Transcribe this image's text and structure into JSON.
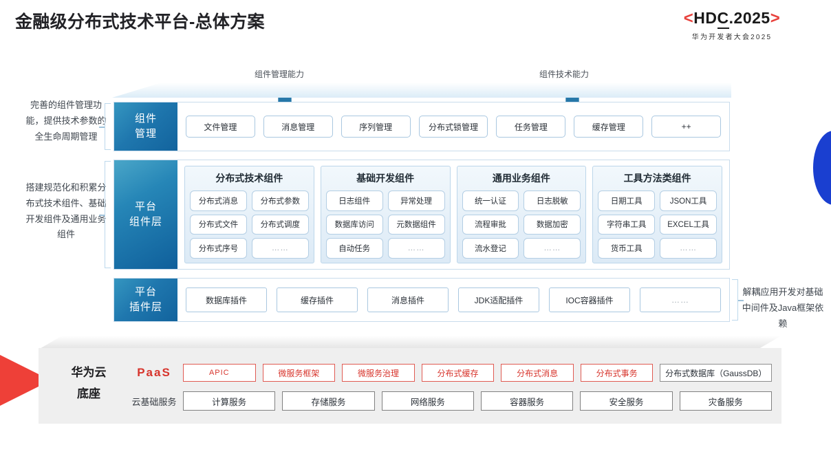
{
  "header": {
    "title": "金融级分布式技术平台-总体方案",
    "logo": {
      "left_bracket": "<",
      "main": "HDC.2025",
      "main_pre": "HD",
      "main_underlined": "C",
      "main_post": ".2025",
      "right_bracket": ">",
      "subtitle": "华为开发者大会2025"
    }
  },
  "capabilities": [
    {
      "label": "组件管理能力"
    },
    {
      "label": "组件技术能力"
    }
  ],
  "side_notes": {
    "left_top": "完善的组件管理功能，提供技术参数的全生命周期管理",
    "left_bottom": "搭建规范化和积累分布式技术组件、基础开发组件及通用业务组件",
    "right": "解耦应用开发对基础中间件及Java框架依赖"
  },
  "rows": {
    "component_management": {
      "label": "组件管理",
      "label_lines": [
        "组件",
        "管理"
      ],
      "items": [
        "文件管理",
        "消息管理",
        "序列管理",
        "分布式锁管理",
        "任务管理",
        "缓存管理",
        "++"
      ]
    },
    "platform_component_layer": {
      "label": "平台组件层",
      "label_lines": [
        "平台",
        "组件层"
      ],
      "groups": [
        {
          "title": "分布式技术组件",
          "cells": [
            "分布式消息",
            "分布式参数",
            "分布式文件",
            "分布式调度",
            "分布式序号",
            "……"
          ]
        },
        {
          "title": "基础开发组件",
          "cells": [
            "日志组件",
            "异常处理",
            "数据库访问",
            "元数据组件",
            "自动任务",
            "……"
          ]
        },
        {
          "title": "通用业务组件",
          "cells": [
            "统一认证",
            "日志脱敏",
            "流程审批",
            "数据加密",
            "流水登记",
            "……"
          ]
        },
        {
          "title": "工具方法类组件",
          "cells": [
            "日期工具",
            "JSON工具",
            "字符串工具",
            "EXCEL工具",
            "货币工具",
            "……"
          ]
        }
      ]
    },
    "platform_plugin_layer": {
      "label": "平台插件层",
      "label_lines": [
        "平台",
        "插件层"
      ],
      "items": [
        "数据库插件",
        "缓存插件",
        "消息插件",
        "JDK适配插件",
        "IOC容器插件",
        "……"
      ]
    }
  },
  "base": {
    "title_lines": [
      "华为云",
      "底座"
    ],
    "paas_label": "PaaS",
    "cloud_label": "云基础服务",
    "paas_items": [
      {
        "label": "APIC",
        "style": "red"
      },
      {
        "label": "微服务框架",
        "style": "red"
      },
      {
        "label": "微服务治理",
        "style": "red"
      },
      {
        "label": "分布式缓存",
        "style": "red"
      },
      {
        "label": "分布式消息",
        "style": "red"
      },
      {
        "label": "分布式事务",
        "style": "red"
      },
      {
        "label": "分布式数据库（GaussDB）",
        "style": "neutral"
      }
    ],
    "cloud_items": [
      "计算服务",
      "存储服务",
      "网络服务",
      "容器服务",
      "安全服务",
      "灾备服务"
    ]
  },
  "colors": {
    "accent_red": "#d7342c",
    "brand_blue": "#1f77ae",
    "decor_blue": "#1a3fd0",
    "decor_red": "#ee4038",
    "base_gray": "#efefef"
  }
}
